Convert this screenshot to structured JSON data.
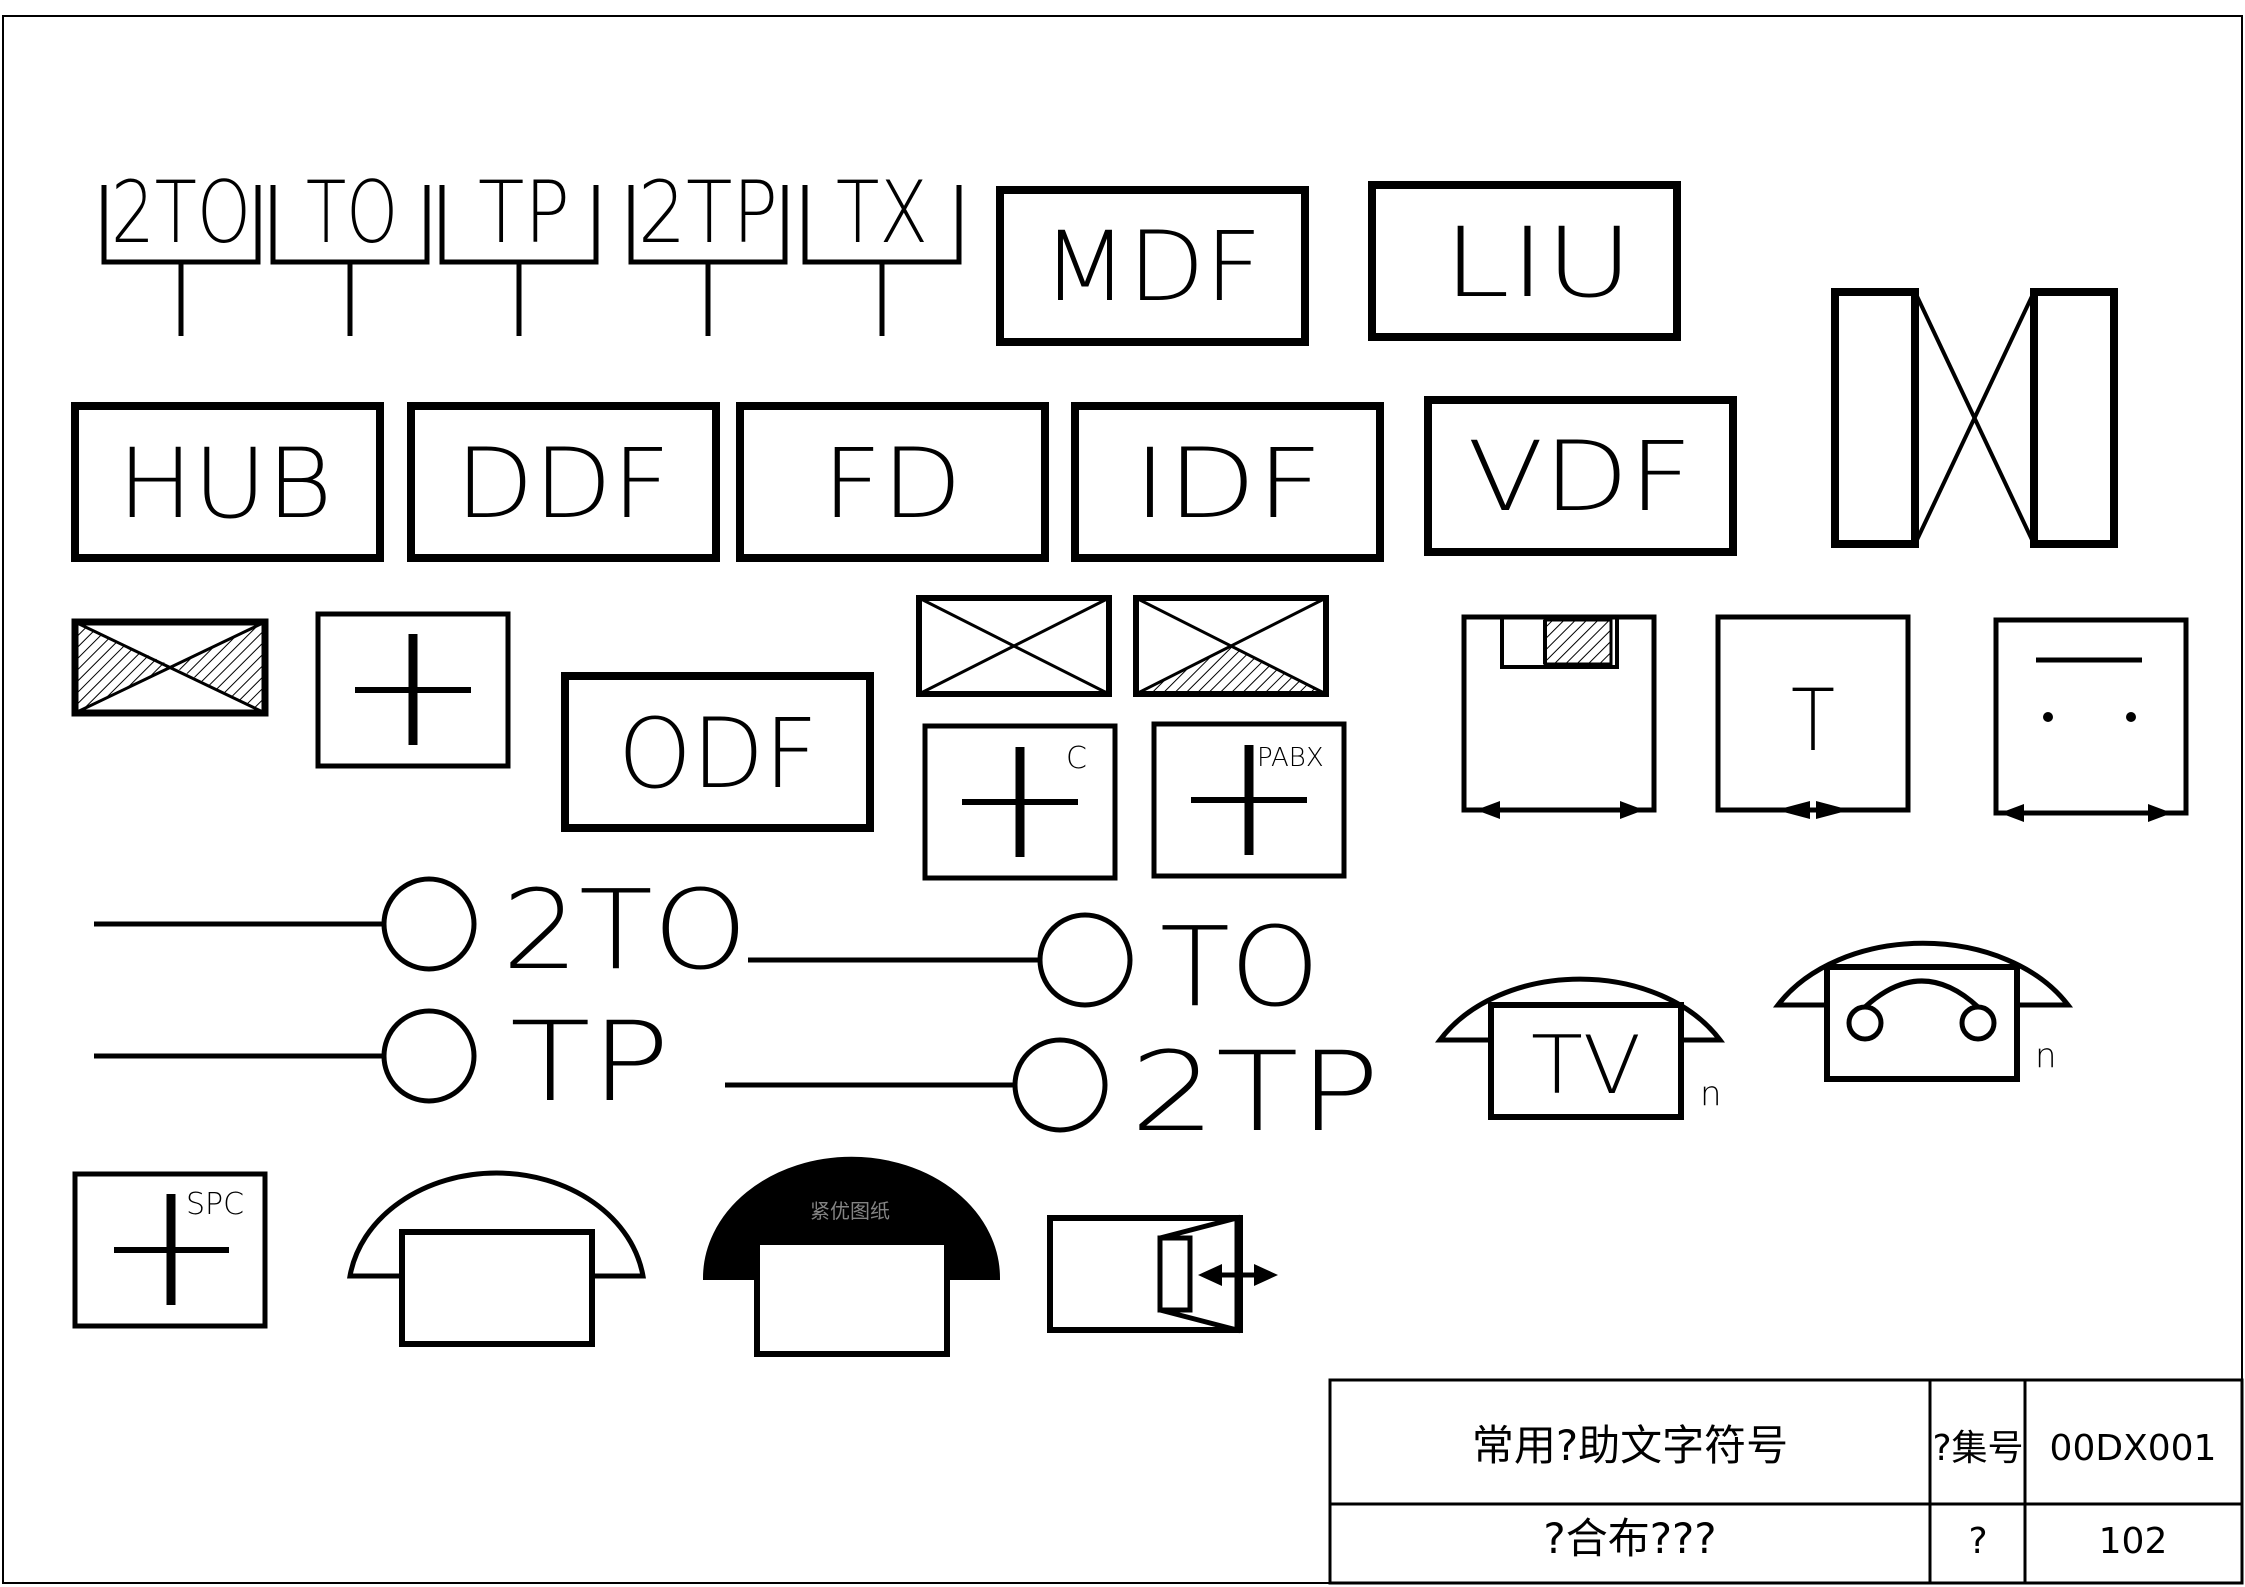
{
  "symbols": {
    "outlet_2to": "2TO",
    "outlet_to": "TO",
    "outlet_tp": "TP",
    "outlet_2tp": "2TP",
    "outlet_tx": "TX",
    "mdf": "MDF",
    "liu": "LIU",
    "hub": "HUB",
    "ddf": "DDF",
    "fd": "FD",
    "idf": "IDF",
    "vdf": "VDF",
    "odf": "ODF",
    "exchange_c_sup": "C",
    "pabx_sup": "PABX",
    "spc_sup": "SPC",
    "rack_t": "T",
    "wall_2to": "2TO",
    "wall_to": "TO",
    "wall_tp": "TP",
    "wall_2tp": "2TP",
    "tv_label": "TV",
    "tv_n": "n",
    "phone_n": "n"
  },
  "title_block": {
    "title": "常用?助文字符号",
    "atlas_label": "?集号",
    "atlas_no": "00DX001",
    "subtitle": "?合布???",
    "page_label": "?",
    "page_no": "102"
  },
  "watermark": "紧优图纸"
}
